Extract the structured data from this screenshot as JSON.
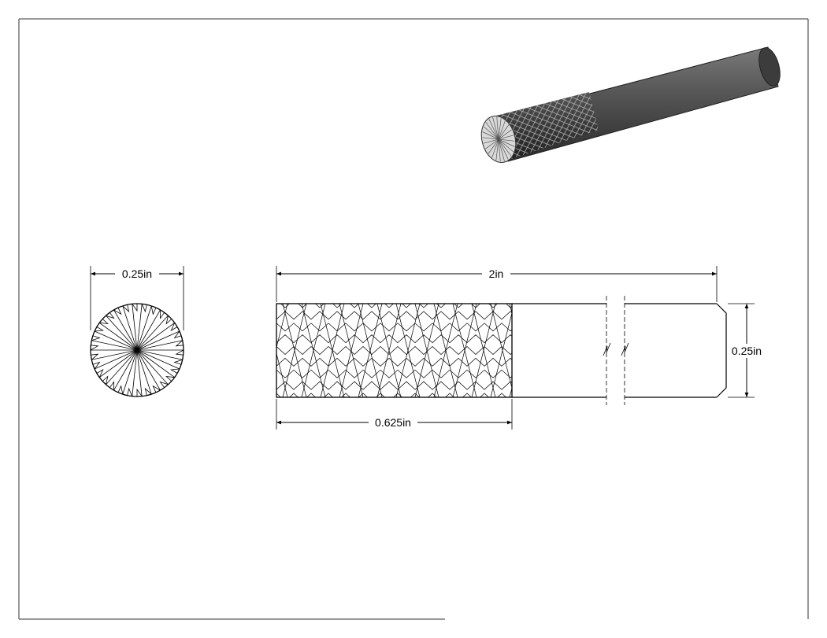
{
  "drawing": {
    "dimensions": {
      "end_view_diameter": "0.25in",
      "overall_length": "2in",
      "knurl_length": "0.625in",
      "side_view_diameter": "0.25in"
    }
  }
}
